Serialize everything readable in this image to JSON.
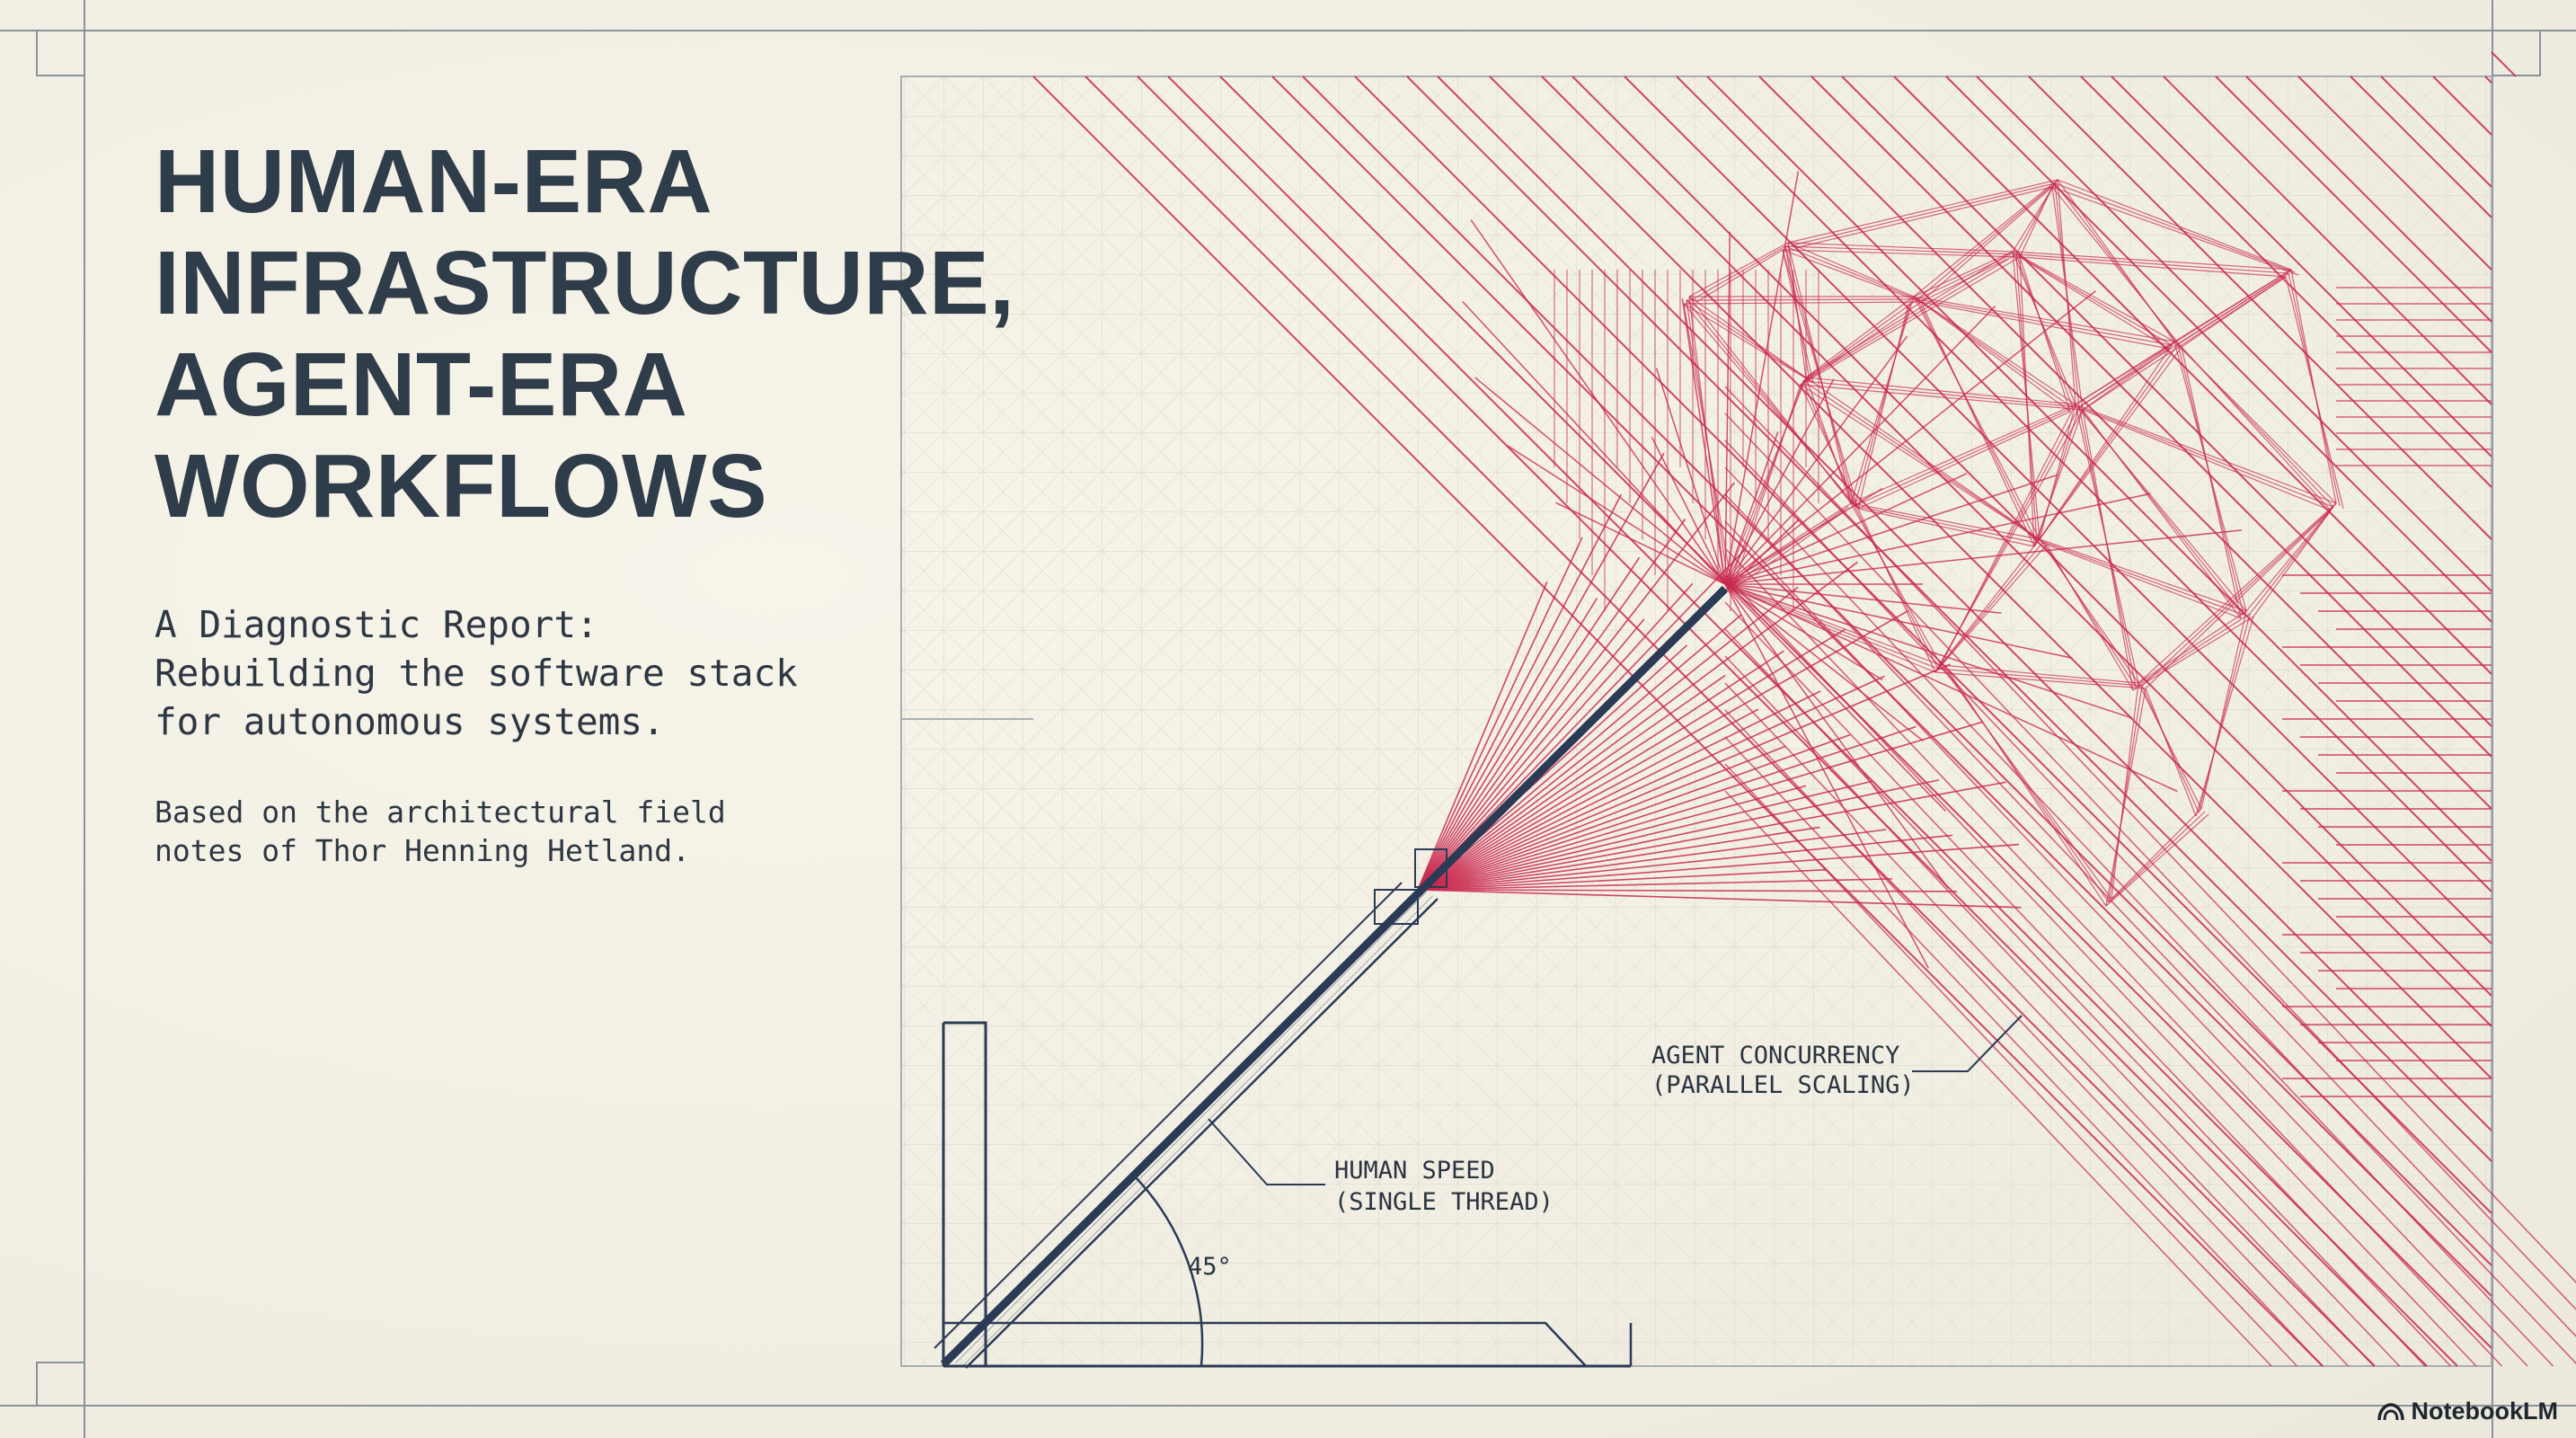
{
  "slide": {
    "title_lines": [
      "HUMAN-ERA",
      "INFRASTRUCTURE,",
      "AGENT-ERA",
      "WORKFLOWS"
    ],
    "subtitle_lines": [
      "A Diagnostic Report:",
      "Rebuilding the software stack",
      "for autonomous systems."
    ],
    "attribution_lines": [
      "Based on the architectural field",
      "notes of Thor Henning Hetland."
    ]
  },
  "diagram": {
    "human_label_lines": [
      "HUMAN SPEED",
      "(SINGLE THREAD)"
    ],
    "agent_label_lines": [
      "AGENT CONCURRENCY",
      "(PARALLEL SCALING)"
    ],
    "angle_label": "45°"
  },
  "branding": {
    "logo_text": "NotebookLM",
    "icon": "notebooklm-logo-icon"
  },
  "colors": {
    "background": "#f3f0e6",
    "navy": "#2b3a55",
    "crimson": "#c9284e",
    "grid": "#ddd9cc"
  }
}
